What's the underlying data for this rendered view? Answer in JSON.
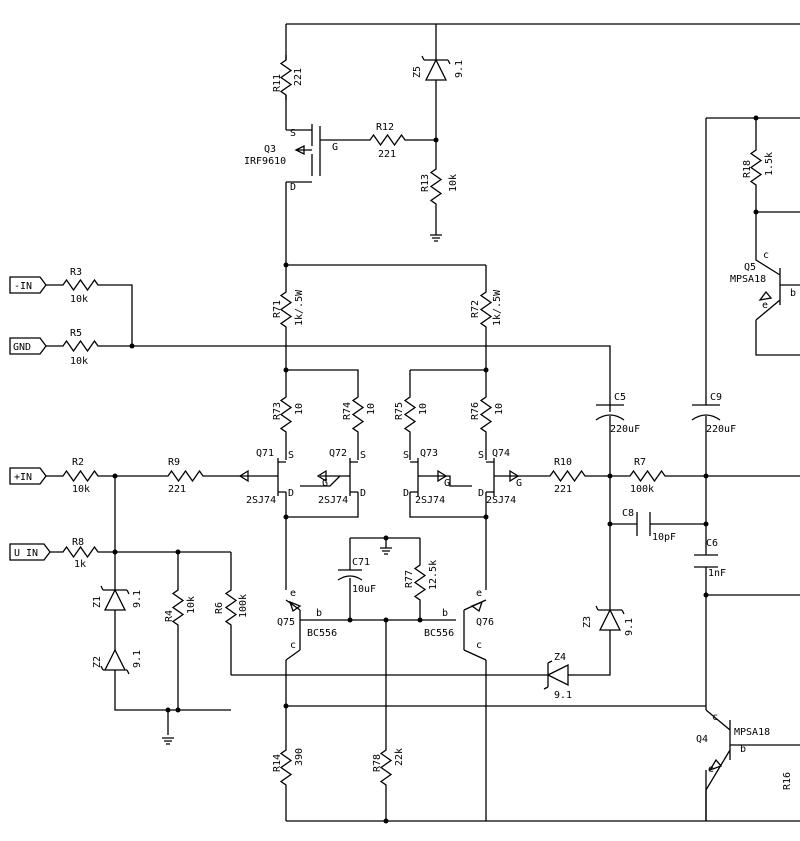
{
  "ports": {
    "neg_in": "-IN",
    "gnd": "GND",
    "pos_in": "+IN",
    "u_in": "U IN"
  },
  "resistors": {
    "r11": {
      "ref": "R11",
      "value": "221"
    },
    "r12": {
      "ref": "R12",
      "value": "221"
    },
    "r13": {
      "ref": "R13",
      "value": "10k"
    },
    "r3": {
      "ref": "R3",
      "value": "10k"
    },
    "r5": {
      "ref": "R5",
      "value": "10k"
    },
    "r71": {
      "ref": "R71",
      "value": "1k/.5W"
    },
    "r72": {
      "ref": "R72",
      "value": "1k/.5W"
    },
    "r73": {
      "ref": "R73",
      "value": "10"
    },
    "r74": {
      "ref": "R74",
      "value": "10"
    },
    "r75": {
      "ref": "R75",
      "value": "10"
    },
    "r76": {
      "ref": "R76",
      "value": "10"
    },
    "r2": {
      "ref": "R2",
      "value": "10k"
    },
    "r9": {
      "ref": "R9",
      "value": "221"
    },
    "r10": {
      "ref": "R10",
      "value": "221"
    },
    "r7": {
      "ref": "R7",
      "value": "100k"
    },
    "r8": {
      "ref": "R8",
      "value": "1k"
    },
    "r4": {
      "ref": "R4",
      "value": "10k"
    },
    "r6": {
      "ref": "R6",
      "value": "100k"
    },
    "r77": {
      "ref": "R77",
      "value": "12.5k"
    },
    "r14": {
      "ref": "R14",
      "value": "390"
    },
    "r78": {
      "ref": "R78",
      "value": "22k"
    },
    "r18": {
      "ref": "R18",
      "value": "1.5k"
    },
    "r16": {
      "ref": "R16",
      "value": ""
    }
  },
  "capacitors": {
    "c5": {
      "ref": "C5",
      "value": "220uF"
    },
    "c9": {
      "ref": "C9",
      "value": "220uF"
    },
    "c8": {
      "ref": "C8",
      "value": "10pF"
    },
    "c6": {
      "ref": "C6",
      "value": "1nF"
    },
    "c71": {
      "ref": "C71",
      "value": "10uF"
    }
  },
  "zeners": {
    "z25": {
      "ref": "Z5",
      "value": "9.1"
    },
    "z21": {
      "ref": "Z1",
      "value": "9.1"
    },
    "z22": {
      "ref": "Z2",
      "value": "9.1"
    },
    "z23": {
      "ref": "Z3",
      "value": "9.1"
    },
    "z24": {
      "ref": "Z4",
      "value": "9.1"
    }
  },
  "transistors": {
    "q3": {
      "ref": "Q3",
      "part": "IRF9610"
    },
    "q71": {
      "ref": "Q71",
      "part": "2SJ74"
    },
    "q72": {
      "ref": "Q72",
      "part": "2SJ74"
    },
    "q73": {
      "ref": "Q73",
      "part": "2SJ74"
    },
    "q74": {
      "ref": "Q74",
      "part": "2SJ74"
    },
    "q75": {
      "ref": "Q75",
      "part": "BC556"
    },
    "q76": {
      "ref": "Q76",
      "part": "BC556"
    },
    "q5": {
      "ref": "Q5",
      "part": "MPSA18"
    },
    "q4": {
      "ref": "Q4",
      "part": "MPSA18"
    }
  },
  "pins": {
    "s": "S",
    "g": "G",
    "d": "D",
    "b": "b",
    "c": "c",
    "e": "e"
  }
}
